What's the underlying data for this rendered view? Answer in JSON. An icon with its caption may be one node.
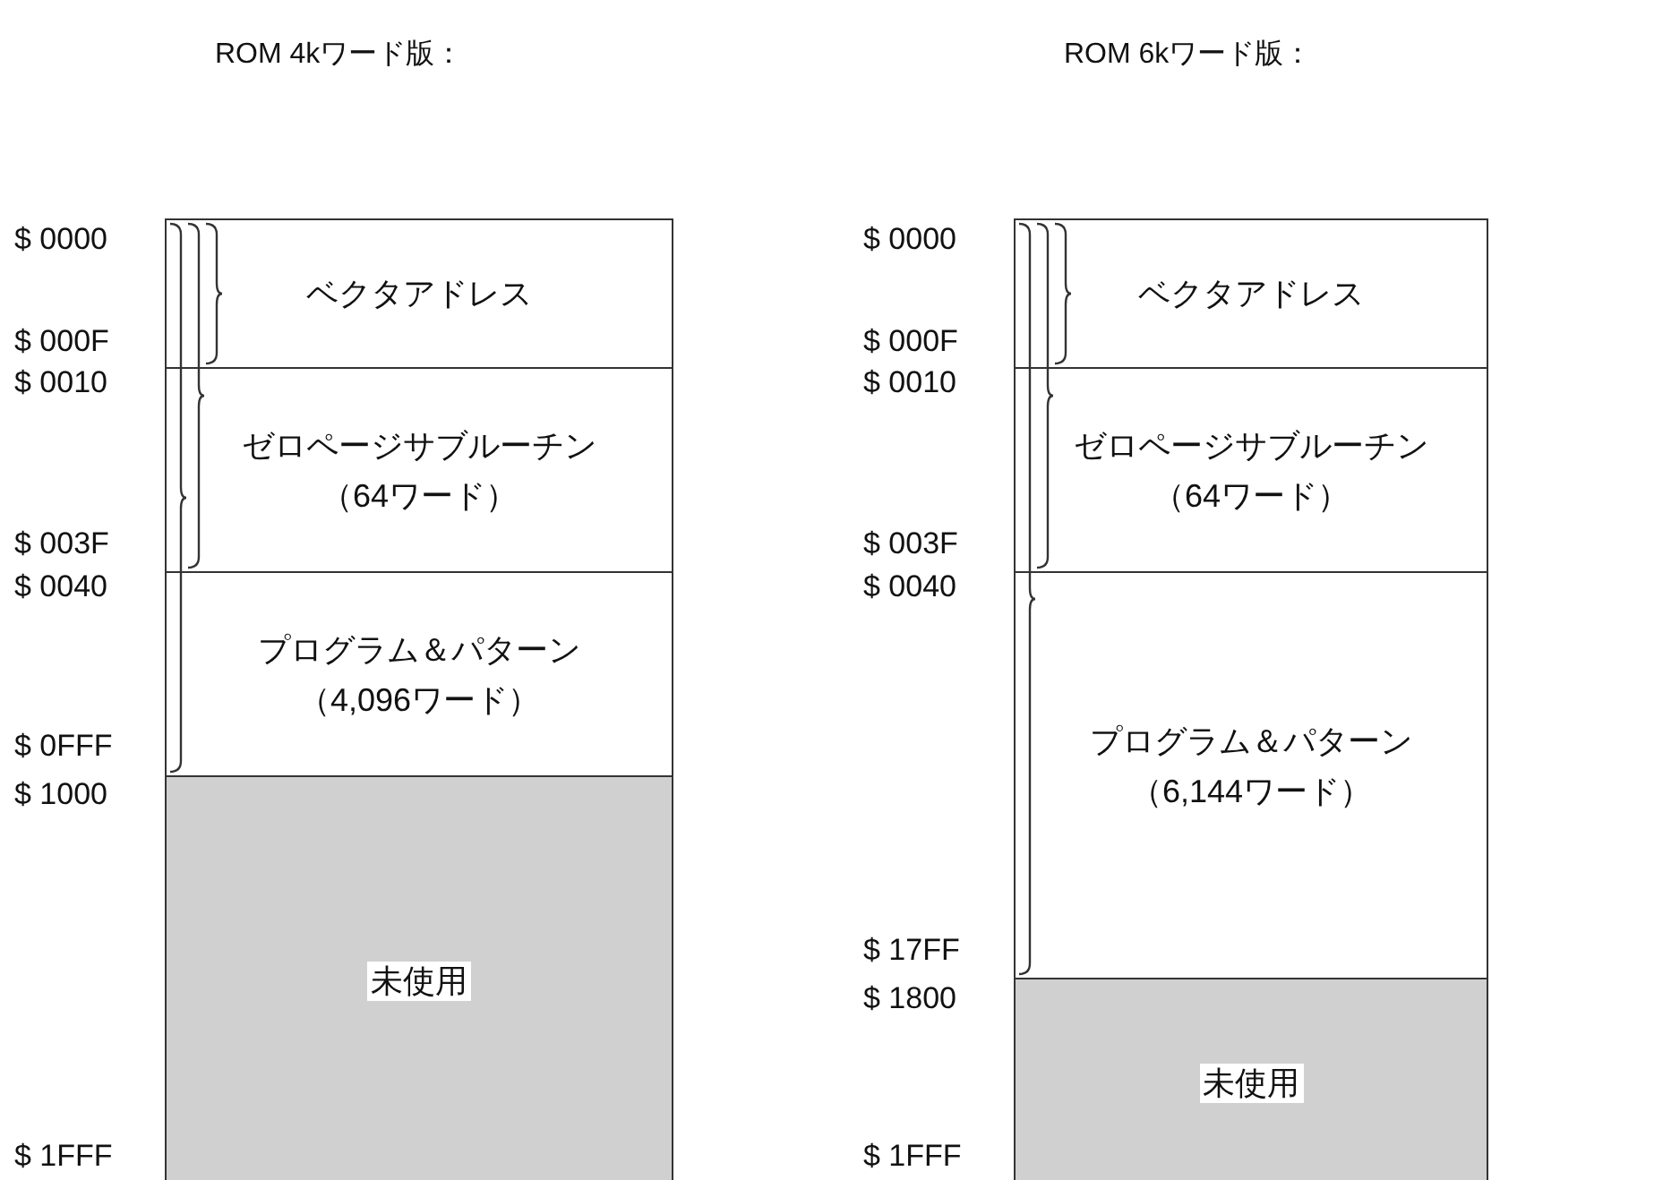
{
  "diagram": {
    "nodes": [
      {
        "text": [
          "ベクタアドレス"
        ]
      },
      {
        "text": [
          "ゼロページサブルーチン",
          "（64ワード）"
        ]
      },
      {
        "text": [
          "プログラム＆パターン",
          "（4,096ワード）"
        ]
      },
      {
        "text": [
          "未使用"
        ]
      },
      {
        "text": [
          "ベクタアドレス"
        ]
      },
      {
        "text": [
          "ゼロページサブルーチン",
          "（64ワード）"
        ]
      },
      {
        "text": [
          "プログラム＆パターン",
          "（6,144ワード）"
        ]
      },
      {
        "text": [
          "未使用"
        ]
      }
    ],
    "edges": [],
    "labels": [
      "ROM 4kワード版：",
      "ROM 6kワード版：",
      "$ 0000",
      "$ 000F",
      "$ 0010",
      "$ 003F",
      "$ 0040",
      "$ 0FFF",
      "$ 1000",
      "$ 1FFF",
      "$ 0000",
      "$ 000F",
      "$ 0010",
      "$ 003F",
      "$ 0040",
      "$ 17FF",
      "$ 1800",
      "$ 1FFF"
    ]
  }
}
